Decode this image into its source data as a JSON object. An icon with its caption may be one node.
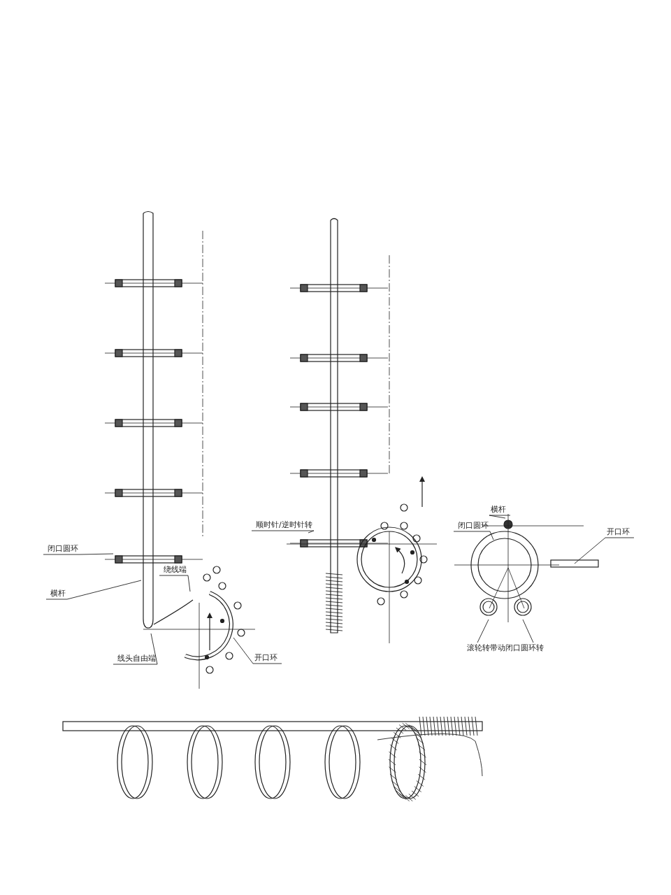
{
  "diagram": {
    "nodes": [
      {
        "text": [
          "闭口圆环"
        ]
      },
      {
        "text": [
          "横杆"
        ]
      },
      {
        "text": [
          "绕线端"
        ]
      },
      {
        "text": [
          "线头自由端"
        ]
      },
      {
        "text": [
          "开口环"
        ]
      },
      {
        "text": [
          "顺时针/逆时针转"
        ]
      },
      {
        "text": [
          "横杆"
        ]
      },
      {
        "text": [
          "闭口圆环"
        ]
      },
      {
        "text": [
          "开口环"
        ]
      },
      {
        "text": [
          "滚轮转带动闭口圆环转"
        ]
      }
    ],
    "edges": [
      {
        "from": 0,
        "to": null,
        "arrow": "none"
      },
      {
        "from": 1,
        "to": null,
        "arrow": "none"
      },
      {
        "from": 2,
        "to": null,
        "arrow": "none"
      },
      {
        "from": 3,
        "to": null,
        "arrow": "none"
      },
      {
        "from": 4,
        "to": null,
        "arrow": "none"
      },
      {
        "from": 5,
        "to": null,
        "arrow": "none"
      },
      {
        "from": 6,
        "to": null,
        "arrow": "none"
      },
      {
        "from": 7,
        "to": null,
        "arrow": "none"
      },
      {
        "from": 8,
        "to": null,
        "arrow": "none"
      },
      {
        "from": 9,
        "to": null,
        "arrow": "none"
      },
      {
        "from": 9,
        "to": null,
        "arrow": "none"
      }
    ]
  }
}
